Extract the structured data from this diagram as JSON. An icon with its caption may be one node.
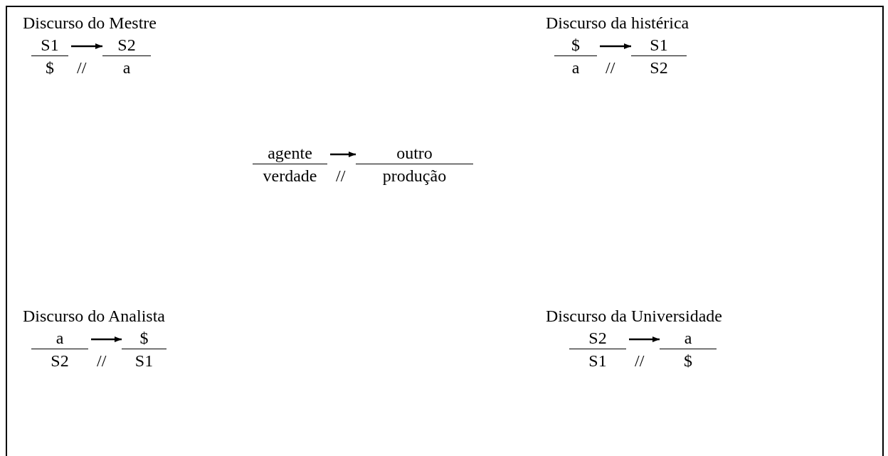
{
  "diagram": {
    "nodes": [
      {
        "text": [
          "S1"
        ]
      },
      {
        "text": [
          "S2"
        ]
      },
      {
        "text": [
          "$"
        ]
      },
      {
        "text": [
          "S1"
        ]
      },
      {
        "text": [
          "agente"
        ]
      },
      {
        "text": [
          "outro"
        ]
      },
      {
        "text": [
          "a"
        ]
      },
      {
        "text": [
          "$"
        ]
      },
      {
        "text": [
          "S2"
        ]
      },
      {
        "text": [
          "a"
        ]
      }
    ],
    "edges": [
      {
        "from": 0,
        "to": 1,
        "arrow": "to"
      },
      {
        "from": 2,
        "to": 3,
        "arrow": "to"
      },
      {
        "from": 4,
        "to": 5,
        "arrow": "to"
      },
      {
        "from": 6,
        "to": 7,
        "arrow": "to"
      },
      {
        "from": 8,
        "to": 9,
        "arrow": "to"
      }
    ],
    "labels": [
      "Discurso do Mestre",
      "$",
      "//",
      "a",
      "Discurso da histérica",
      "a",
      "//",
      "S2",
      "verdade",
      "//",
      "produção",
      "Discurso do Analista",
      "S2",
      "//",
      "S1",
      "Discurso da Universidade",
      "S1",
      "//",
      "$"
    ]
  }
}
